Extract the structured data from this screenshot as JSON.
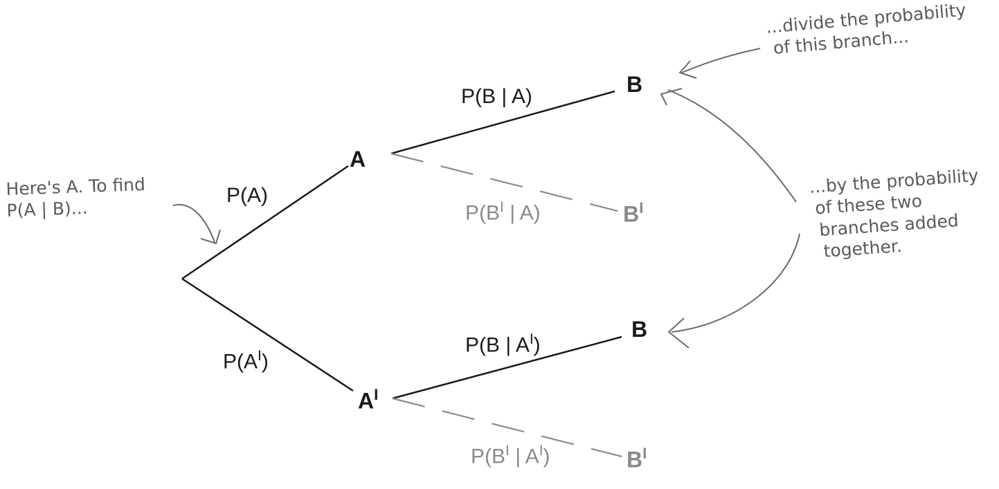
{
  "nodes": {
    "a": "A",
    "a_prime": "A",
    "b_top": "B",
    "b_prime_top": "B",
    "b_bottom": "B",
    "b_prime_bottom": "B",
    "prime_mark": "I"
  },
  "edges": {
    "p_a": "P(A)",
    "p_a_prime": "P(A",
    "p_a_prime_close": ")",
    "p_b_given_a": "P(B | A)",
    "p_bprime_given_a_pre": "P(B",
    "p_bprime_given_a_post": " | A)",
    "p_b_given_aprime_pre": "P(B | A",
    "p_b_given_aprime_post": ")",
    "p_bprime_given_aprime_pre": "P(B",
    "p_bprime_given_aprime_mid": " | A",
    "p_bprime_given_aprime_post": ")"
  },
  "notes": {
    "left": [
      "Here's A. To find",
      "P(A | B)..."
    ],
    "top_right": [
      "...divide the probability",
      "of this branch..."
    ],
    "right": [
      "...by the probability",
      "of these two",
      "branches added",
      "together."
    ]
  },
  "colors": {
    "solid": "#1a1a1a",
    "dashed": "#8a8a8a",
    "annotation": "#6a6a6a"
  }
}
